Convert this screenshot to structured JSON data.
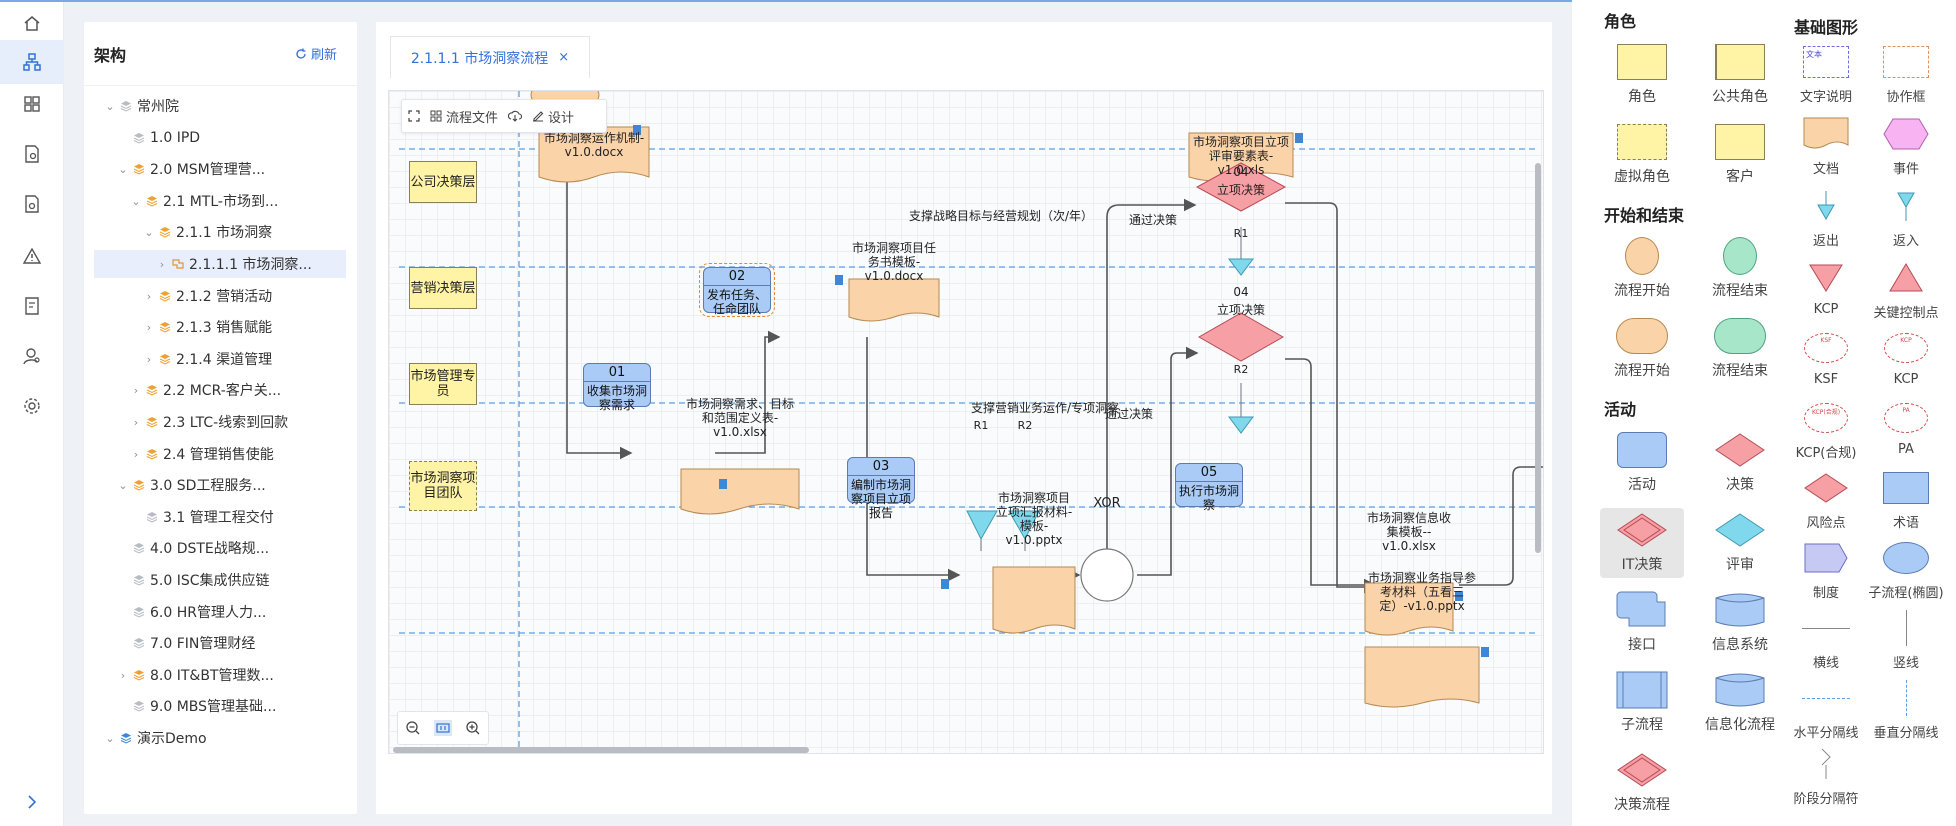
{
  "tree": {
    "title": "架构",
    "refresh_label": "刷新",
    "items": [
      {
        "label": "常州院",
        "level": 0,
        "caret": "open"
      },
      {
        "label": "1.0 IPD",
        "level": 1,
        "caret": "none"
      },
      {
        "label": "2.0 MSM管理营...",
        "level": 1,
        "caret": "open"
      },
      {
        "label": "2.1 MTL-市场到...",
        "level": 2,
        "caret": "open"
      },
      {
        "label": "2.1.1 市场洞察",
        "level": 3,
        "caret": "open"
      },
      {
        "label": "2.1.1.1 市场洞察...",
        "level": 4,
        "caret": "closed"
      },
      {
        "label": "2.1.2 营销活动",
        "level": 3,
        "caret": "closed"
      },
      {
        "label": "2.1.3 销售赋能",
        "level": 3,
        "caret": "closed"
      },
      {
        "label": "2.1.4 渠道管理",
        "level": 3,
        "caret": "closed"
      },
      {
        "label": "2.2 MCR-客户关...",
        "level": 2,
        "caret": "closed"
      },
      {
        "label": "2.3 LTC-线索到回款",
        "level": 2,
        "caret": "closed"
      },
      {
        "label": "2.4 管理销售使能",
        "level": 2,
        "caret": "closed"
      },
      {
        "label": "3.0 SD工程服务...",
        "level": 1,
        "caret": "open"
      },
      {
        "label": "3.1 管理工程交付",
        "level": 2,
        "caret": "none"
      },
      {
        "label": "4.0 DSTE战略规...",
        "level": 1,
        "caret": "none"
      },
      {
        "label": "5.0 ISC集成供应链",
        "level": 1,
        "caret": "none"
      },
      {
        "label": "6.0 HR管理人力...",
        "level": 1,
        "caret": "none"
      },
      {
        "label": "7.0 FIN管理财经",
        "level": 1,
        "caret": "none"
      },
      {
        "label": "8.0 IT&BT管理数...",
        "level": 1,
        "caret": "closed"
      },
      {
        "label": "9.0 MBS管理基础...",
        "level": 1,
        "caret": "none"
      },
      {
        "label": "演示Demo",
        "level": 0,
        "caret": "open"
      }
    ]
  },
  "tab": {
    "label": "2.1.1.1 市场洞察流程",
    "close": "×"
  },
  "toolbar": {
    "files_label": "流程文件",
    "design_label": "设计"
  },
  "diagram": {
    "lanes": [
      "公司决策层",
      "营销决策层",
      "市场管理专员",
      "市场洞察项目团队"
    ],
    "activities": [
      {
        "num": "01",
        "name": "收集市场洞察需求"
      },
      {
        "num": "02",
        "name": "发布任务、任命团队"
      },
      {
        "num": "03",
        "name": "编制市场洞察项目立项报告"
      },
      {
        "num": "05",
        "name": "执行市场洞察"
      }
    ],
    "decisions": [
      {
        "num": "04",
        "name": "立项决策"
      },
      {
        "num": "04",
        "name": "立项决策"
      }
    ],
    "gateway": "XOR",
    "reviews": [
      "R1",
      "R1",
      "R2",
      "R2"
    ],
    "docs": [
      "市场洞察运作机制-v1.0.docx",
      "市场洞察项目任务书模板-v1.0.docx",
      "市场洞察需求、目标和范围定义表-v1.0.xlsx",
      "市场洞察项目立项汇报材料-模板-v1.0.pptx",
      "市场洞察项目立项评审要素表-v1.0.xls",
      "市场洞察信息收集模板--v1.0.xlsx",
      "市场洞察业务指导参考材料（五看三定）-v1.0.pptx"
    ],
    "edge_labels": [
      "支撑战略目标与经营规划（次/年）",
      "通过决策",
      "支撑营销业务运作/专项洞察",
      "通过决策"
    ]
  },
  "palette": {
    "sections": {
      "roles": "角色",
      "start_end": "开始和结束",
      "activity": "活动",
      "basic": "基础图形"
    },
    "roles": [
      "角色",
      "公共角色",
      "虚拟角色",
      "客户"
    ],
    "start_end": [
      "流程开始",
      "流程结束",
      "流程开始",
      "流程结束"
    ],
    "activity": [
      "活动",
      "决策",
      "IT决策",
      "评审",
      "接口",
      "信息系统",
      "子流程",
      "信息化流程",
      "决策流程"
    ],
    "basic": [
      "文字说明",
      "协作框",
      "文档",
      "事件",
      "返出",
      "返入",
      "KCP",
      "关键控制点",
      "KSF",
      "KCP",
      "KCP(合规)",
      "PA",
      "风险点",
      "术语",
      "制度",
      "子流程(椭圆)",
      "横线",
      "竖线",
      "水平分隔线",
      "垂直分隔线",
      "阶段分隔符"
    ],
    "shape_texts": {
      "text_note": "文本",
      "ksf": "KSF",
      "kcp": "KCP",
      "kcp_compliance": "KCP(合规)",
      "pa": "PA"
    }
  },
  "colors": {
    "accent": "#3370d8",
    "role_fill": "#fff3a6",
    "activity_fill": "#a9cbf5",
    "decision_fill": "#f6a0a6",
    "review_fill": "#7fd8ec",
    "doc_fill": "#fbd3a9",
    "end_fill": "#a8e6c9"
  }
}
